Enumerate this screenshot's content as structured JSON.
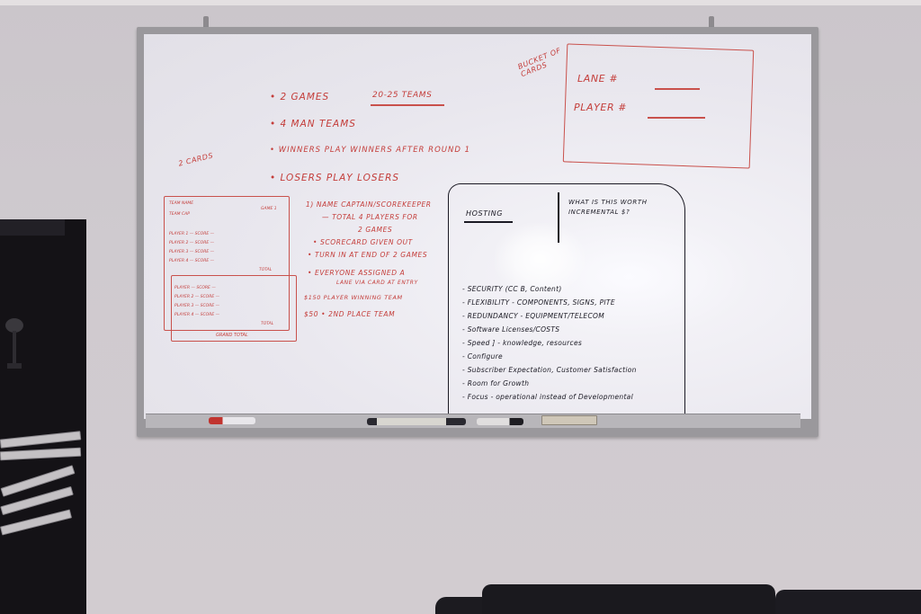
{
  "whiteboard": {
    "bullets": [
      "2 GAMES",
      "4 MAN TEAMS",
      "WINNERS PLAY WINNERS AFTER ROUND 1",
      "LOSERS PLAY LOSERS"
    ],
    "teams_note": "20-25 TEAMS",
    "cards_note": "2 CARDS",
    "bucket_label": "BUCKET OF CARDS",
    "lane_card": {
      "lane_label": "LANE #",
      "player_label": "PLAYER #"
    },
    "scorecard": {
      "team_name": "TEAM NAME",
      "team_cap": "TEAM CAP",
      "game_label": "GAME 1",
      "player_rows_1": [
        "PLAYER 1 — SCORE —",
        "PLAYER 2 — SCORE —",
        "PLAYER 3 — SCORE —",
        "PLAYER 4 — SCORE —"
      ],
      "total_1": "TOTAL",
      "player_rows_2": [
        "PLAYER — SCORE —",
        "PLAYER 2 — SCORE —",
        "PLAYER 3 — SCORE —",
        "PLAYER 4 — SCORE —"
      ],
      "total_2": "TOTAL",
      "grand_total": "GRAND TOTAL"
    },
    "notes": [
      "1) NAME CAPTAIN/SCOREKEEPER",
      "— TOTAL 4 PLAYERS FOR",
      "2 GAMES",
      "• SCORECARD GIVEN OUT",
      "• TURN IN AT END OF 2 GAMES",
      "• EVERYONE ASSIGNED A",
      "LANE VIA CARD AT ENTRY",
      "$150 PLAYER WINNING TEAM",
      "$50 • 2ND PLACE TEAM"
    ],
    "hosting": {
      "title": "HOSTING",
      "question": "WHAT IS THIS WORTH INCREMENTAL $?",
      "items": [
        "SECURITY (CC B, Content)",
        "FLEXIBILITY - COMPONENTS, SIGNS, PITE",
        "REDUNDANCY - EQUIPMENT/TELECOM",
        "Software Licenses/COSTS",
        "Speed ] - knowledge, resources",
        "Configure",
        "Subscriber Expectation, Customer Satisfaction",
        "Room for Growth",
        "Focus - operational instead of Developmental"
      ]
    }
  },
  "colors": {
    "red_ink": "#c43d3a",
    "black_ink": "#1b1a24",
    "wall": "#cfcacf",
    "frame": "#9a989c"
  }
}
